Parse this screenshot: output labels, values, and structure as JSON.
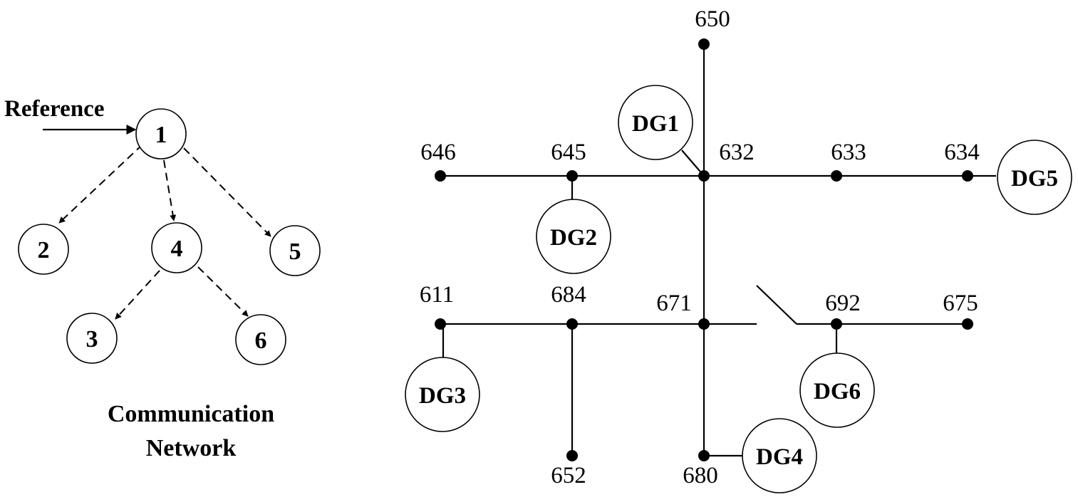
{
  "communication": {
    "reference_label": "Reference",
    "caption_line1": "Communication",
    "caption_line2": "Network",
    "nodes": [
      "1",
      "2",
      "3",
      "4",
      "5",
      "6"
    ]
  },
  "power": {
    "buses": [
      "650",
      "646",
      "645",
      "632",
      "633",
      "634",
      "611",
      "684",
      "671",
      "692",
      "675",
      "652",
      "680"
    ],
    "generators": [
      "DG1",
      "DG2",
      "DG3",
      "DG4",
      "DG5",
      "DG6"
    ]
  }
}
